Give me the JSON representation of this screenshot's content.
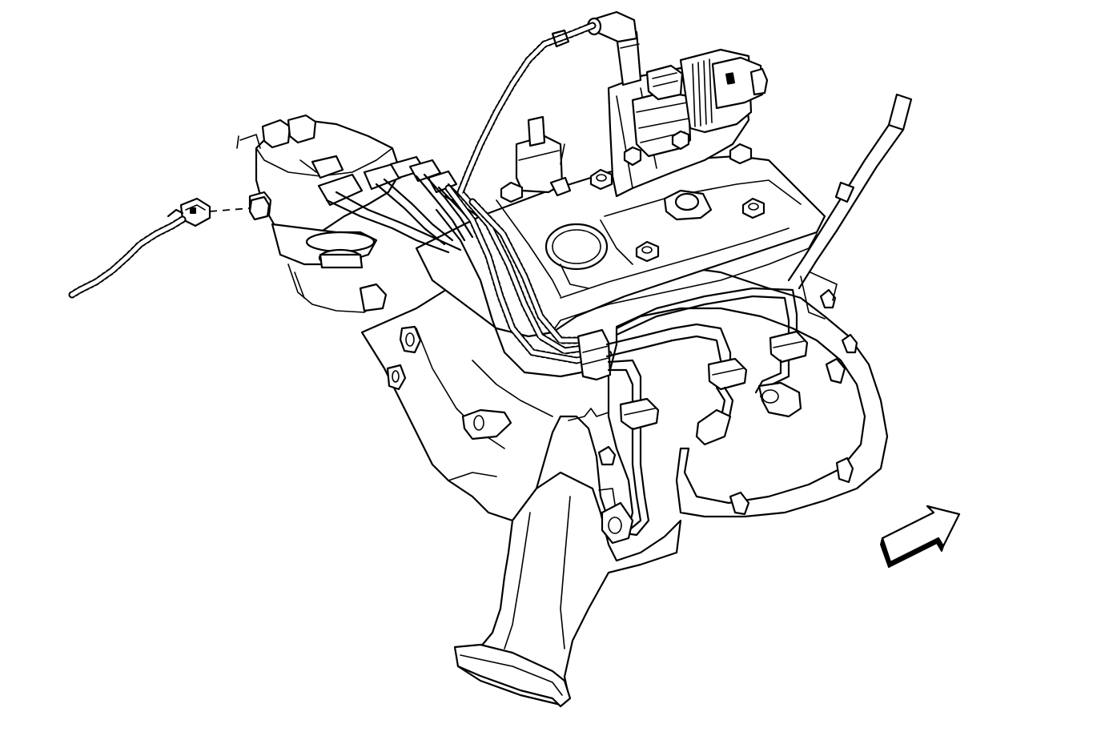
{
  "diagram": {
    "background": "#ffffff",
    "line_color": "#000000",
    "parts": [
      {
        "id": "intake-manifold",
        "icon": "intake-manifold"
      },
      {
        "id": "ignition-coil-module",
        "icon": "ignition-coil"
      },
      {
        "id": "distributor",
        "icon": "distributor"
      },
      {
        "id": "spark-plug-wires",
        "icon": "wire-harness"
      },
      {
        "id": "crankshaft-position-sensor-connector",
        "icon": "electrical-connector"
      },
      {
        "id": "dipstick-tube",
        "icon": "dipstick"
      },
      {
        "id": "vehicle-front-arrow",
        "icon": "direction-arrow"
      }
    ]
  }
}
